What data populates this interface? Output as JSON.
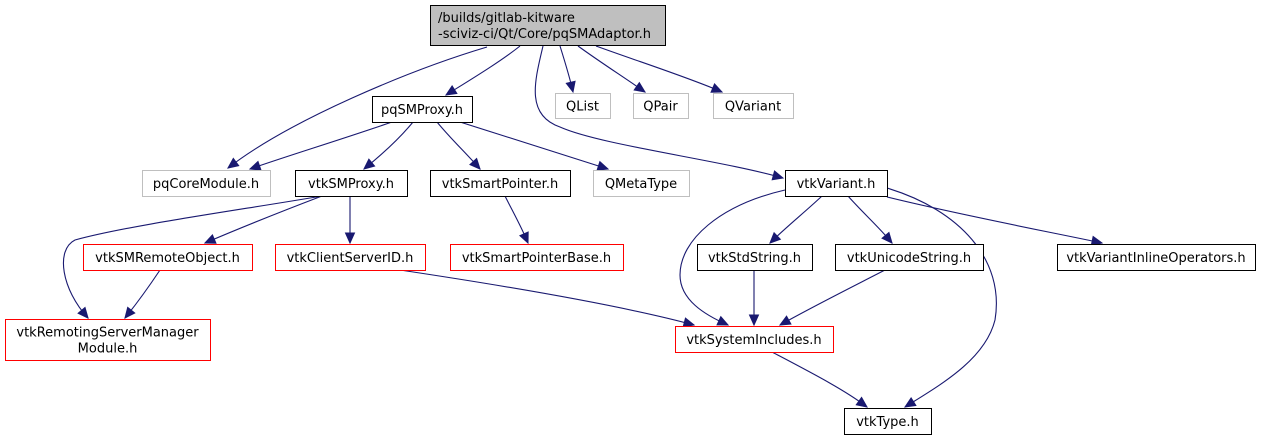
{
  "colors": {
    "edge": "#191970",
    "root_fill": "#bfbfbf",
    "root_border": "#000000",
    "documented_border": "#000000",
    "undocumented_border": "#bfbfbf",
    "truncated_border": "#ff0000"
  },
  "nodes": {
    "root": {
      "lines": [
        "/builds/gitlab-kitware",
        "-sciviz-ci/Qt/Core/pqSMAdaptor.h"
      ],
      "kind": "root"
    },
    "pqSMProxy": {
      "lines": [
        "pqSMProxy.h"
      ],
      "kind": "documented"
    },
    "QList": {
      "lines": [
        "QList"
      ],
      "kind": "undocumented"
    },
    "QPair": {
      "lines": [
        "QPair"
      ],
      "kind": "undocumented"
    },
    "QVariant": {
      "lines": [
        "QVariant"
      ],
      "kind": "undocumented"
    },
    "pqCoreModule": {
      "lines": [
        "pqCoreModule.h"
      ],
      "kind": "undocumented"
    },
    "vtkSMProxy": {
      "lines": [
        "vtkSMProxy.h"
      ],
      "kind": "documented"
    },
    "vtkSmartPointer": {
      "lines": [
        "vtkSmartPointer.h"
      ],
      "kind": "documented"
    },
    "QMetaType": {
      "lines": [
        "QMetaType"
      ],
      "kind": "undocumented"
    },
    "vtkVariant": {
      "lines": [
        "vtkVariant.h"
      ],
      "kind": "documented"
    },
    "vtkSMRemoteObject": {
      "lines": [
        "vtkSMRemoteObject.h"
      ],
      "kind": "truncated"
    },
    "vtkClientServerID": {
      "lines": [
        "vtkClientServerID.h"
      ],
      "kind": "truncated"
    },
    "vtkSmartPointerBase": {
      "lines": [
        "vtkSmartPointerBase.h"
      ],
      "kind": "truncated"
    },
    "vtkStdString": {
      "lines": [
        "vtkStdString.h"
      ],
      "kind": "documented"
    },
    "vtkUnicodeString": {
      "lines": [
        "vtkUnicodeString.h"
      ],
      "kind": "documented"
    },
    "vtkVariantInlineOperators": {
      "lines": [
        "vtkVariantInlineOperators.h"
      ],
      "kind": "documented"
    },
    "vtkRemotingServerManagerModule": {
      "lines": [
        "vtkRemotingServerManager",
        "Module.h"
      ],
      "kind": "truncated"
    },
    "vtkSystemIncludes": {
      "lines": [
        "vtkSystemIncludes.h"
      ],
      "kind": "truncated"
    },
    "vtkType": {
      "lines": [
        "vtkType.h"
      ],
      "kind": "documented"
    }
  },
  "edges": [
    [
      "root",
      "pqCoreModule"
    ],
    [
      "root",
      "pqSMProxy"
    ],
    [
      "root",
      "vtkVariant"
    ],
    [
      "root",
      "QList"
    ],
    [
      "root",
      "QPair"
    ],
    [
      "root",
      "QVariant"
    ],
    [
      "pqSMProxy",
      "pqCoreModule"
    ],
    [
      "pqSMProxy",
      "vtkSMProxy"
    ],
    [
      "pqSMProxy",
      "vtkSmartPointer"
    ],
    [
      "pqSMProxy",
      "QMetaType"
    ],
    [
      "vtkSMProxy",
      "vtkRemotingServerManagerModule"
    ],
    [
      "vtkSMProxy",
      "vtkSMRemoteObject"
    ],
    [
      "vtkSMProxy",
      "vtkClientServerID"
    ],
    [
      "vtkSmartPointer",
      "vtkSmartPointerBase"
    ],
    [
      "vtkSMRemoteObject",
      "vtkRemotingServerManagerModule"
    ],
    [
      "vtkClientServerID",
      "vtkSystemIncludes"
    ],
    [
      "vtkVariant",
      "vtkSystemIncludes"
    ],
    [
      "vtkVariant",
      "vtkStdString"
    ],
    [
      "vtkVariant",
      "vtkUnicodeString"
    ],
    [
      "vtkVariant",
      "vtkType"
    ],
    [
      "vtkVariant",
      "vtkVariantInlineOperators"
    ],
    [
      "vtkStdString",
      "vtkSystemIncludes"
    ],
    [
      "vtkUnicodeString",
      "vtkSystemIncludes"
    ],
    [
      "vtkSystemIncludes",
      "vtkType"
    ]
  ]
}
